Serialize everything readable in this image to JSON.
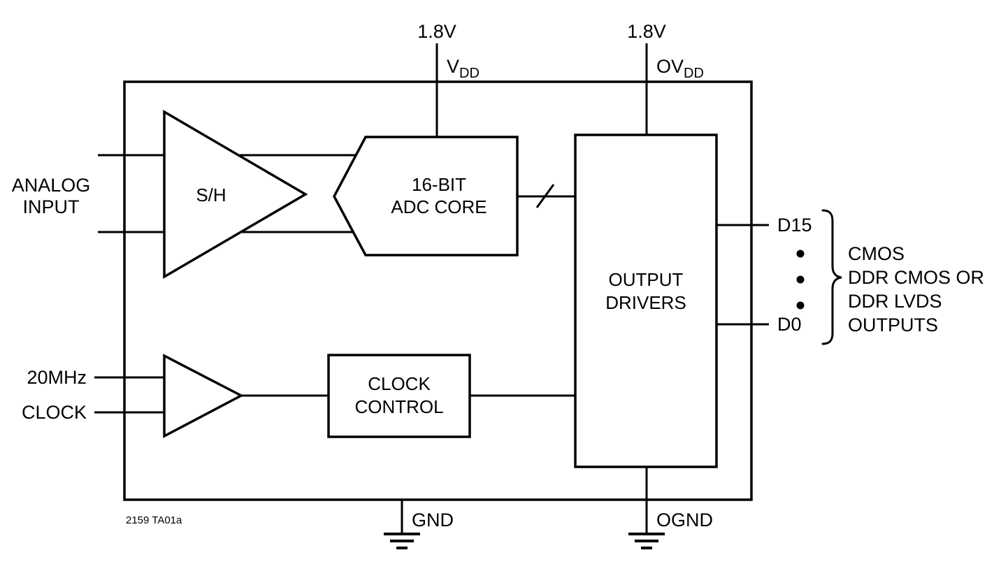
{
  "diagram": {
    "figure_note": "2159 TA01a",
    "supplies": {
      "vdd_voltage": "1.8V",
      "vdd_pin_main": "V",
      "vdd_pin_sub": "DD",
      "ovdd_voltage": "1.8V",
      "ovdd_pin_main": "OV",
      "ovdd_pin_sub": "DD"
    },
    "inputs": {
      "analog_line1": "ANALOG",
      "analog_line2": "INPUT",
      "clock_line1": "20MHz",
      "clock_line2": "CLOCK"
    },
    "blocks": {
      "sample_hold": "S/H",
      "adc_core_line1": "16-BIT",
      "adc_core_line2": "ADC CORE",
      "output_drivers_line1": "OUTPUT",
      "output_drivers_line2": "DRIVERS",
      "clock_control_line1": "CLOCK",
      "clock_control_line2": "CONTROL"
    },
    "outputs": {
      "d_msb": "D15",
      "d_lsb": "D0",
      "desc_line1": "CMOS",
      "desc_line2": "DDR CMOS OR",
      "desc_line3": "DDR LVDS",
      "desc_line4": "OUTPUTS"
    },
    "grounds": {
      "gnd": "GND",
      "ognd": "OGND"
    },
    "colors": {
      "line": "#000000",
      "background": "#ffffff"
    }
  }
}
